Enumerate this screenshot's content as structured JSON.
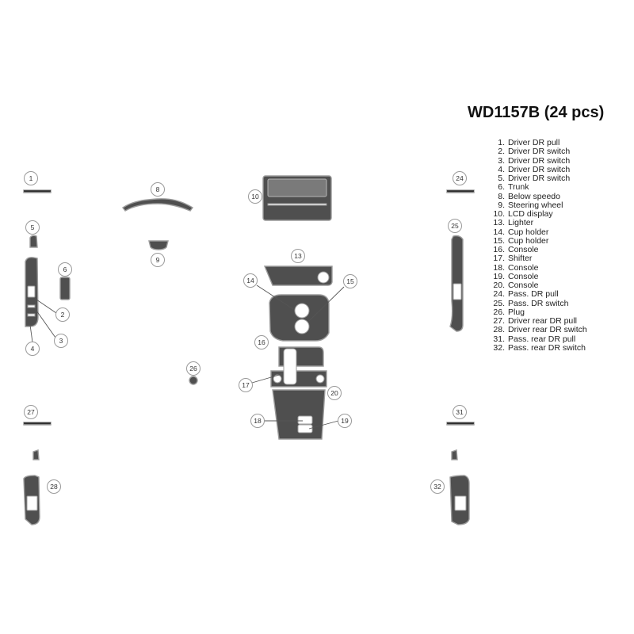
{
  "title": "WD1157B (24 pcs)",
  "legend": [
    {
      "num": "1.",
      "label": "Driver DR pull"
    },
    {
      "num": "2.",
      "label": "Driver DR switch"
    },
    {
      "num": "3.",
      "label": "Driver DR switch"
    },
    {
      "num": "4.",
      "label": "Driver DR switch"
    },
    {
      "num": "5.",
      "label": "Driver DR switch"
    },
    {
      "num": "6.",
      "label": "Trunk"
    },
    {
      "num": "8.",
      "label": "Below speedo"
    },
    {
      "num": "9.",
      "label": "Steering wheel"
    },
    {
      "num": "10.",
      "label": "LCD display"
    },
    {
      "num": "13.",
      "label": "Lighter"
    },
    {
      "num": "14.",
      "label": "Cup holder"
    },
    {
      "num": "15.",
      "label": "Cup holder"
    },
    {
      "num": "16.",
      "label": "Console"
    },
    {
      "num": "17.",
      "label": "Shifter"
    },
    {
      "num": "18.",
      "label": "Console"
    },
    {
      "num": "19.",
      "label": "Console"
    },
    {
      "num": "20.",
      "label": "Console"
    },
    {
      "num": "24.",
      "label": "Pass. DR pull"
    },
    {
      "num": "25.",
      "label": "Pass. DR switch"
    },
    {
      "num": "26.",
      "label": "Plug"
    },
    {
      "num": "27.",
      "label": "Driver rear DR pull"
    },
    {
      "num": "28.",
      "label": "Driver rear DR switch"
    },
    {
      "num": "31.",
      "label": "Pass. rear DR pull"
    },
    {
      "num": "32.",
      "label": "Pass. rear DR switch"
    }
  ],
  "callouts": [
    "1",
    "2",
    "3",
    "4",
    "5",
    "6",
    "8",
    "9",
    "10",
    "13",
    "14",
    "15",
    "16",
    "17",
    "18",
    "19",
    "20",
    "24",
    "25",
    "26",
    "27",
    "28",
    "31",
    "32"
  ],
  "colors": {
    "part_fill": "#4f4f4f",
    "part_edge": "#9b9b9b"
  }
}
